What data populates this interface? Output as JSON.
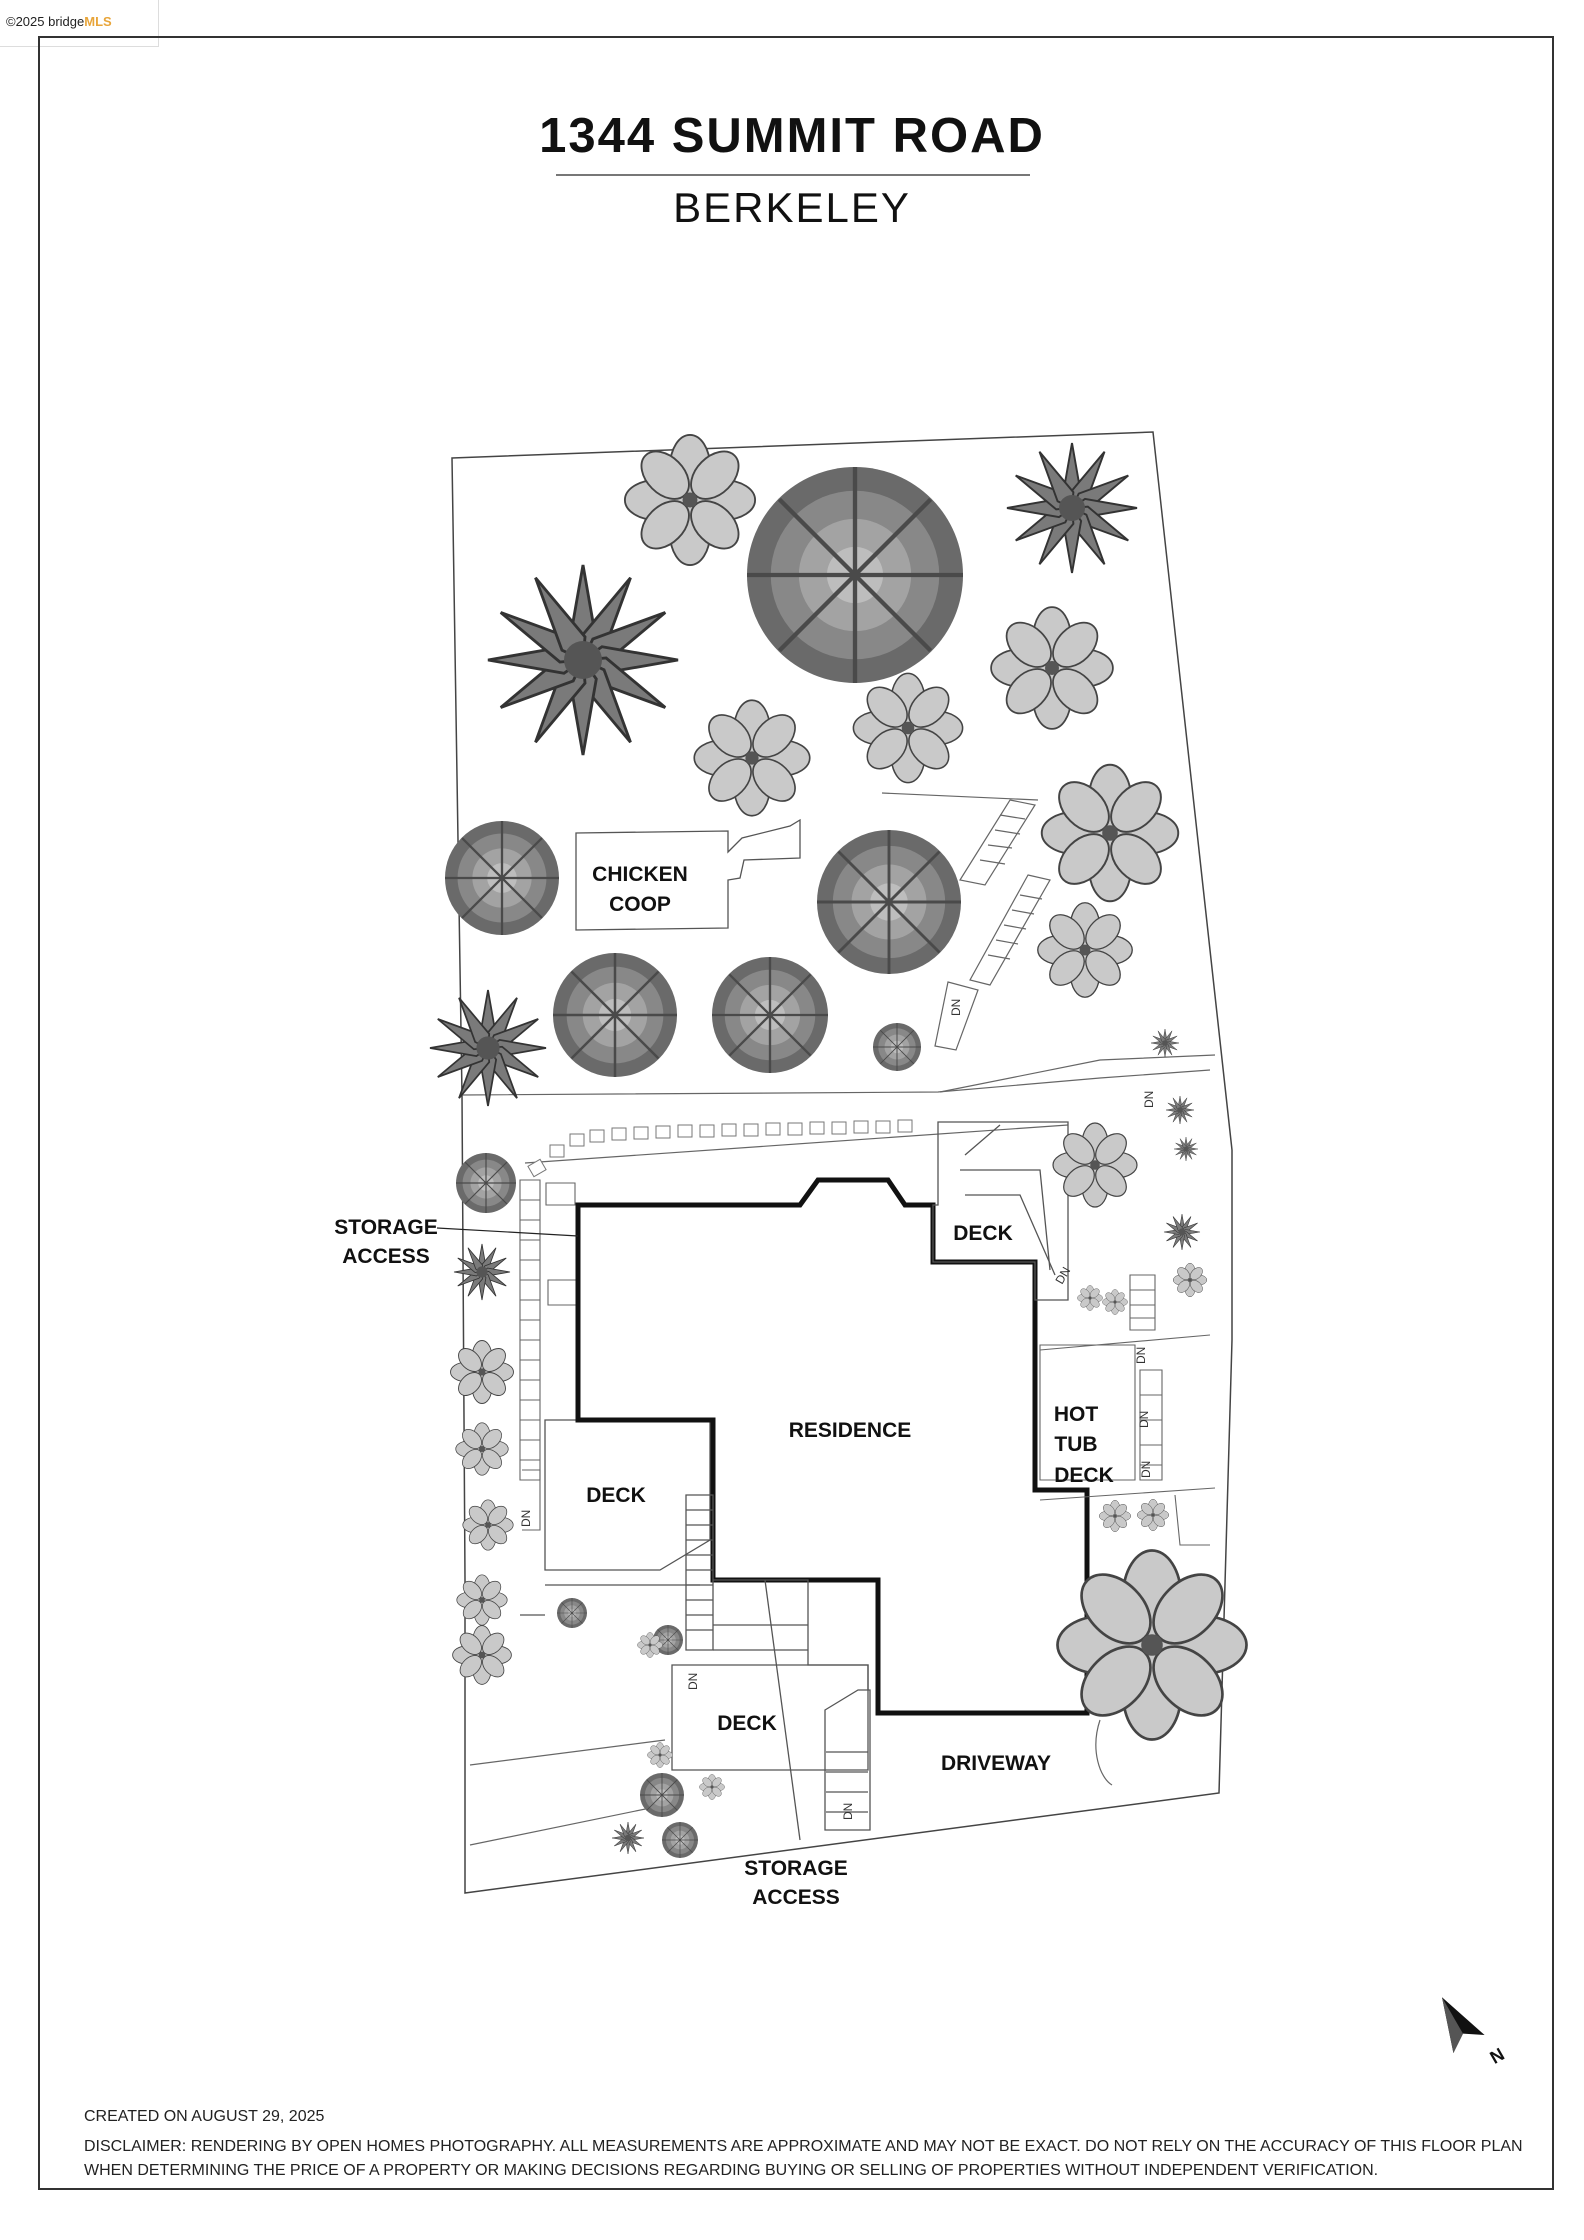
{
  "watermark": {
    "copyright": "©2025 bridge",
    "brand": "MLS"
  },
  "header": {
    "title": "1344 SUMMIT ROAD",
    "city": "BERKELEY"
  },
  "labels": {
    "chicken_coop_1": "CHICKEN",
    "chicken_coop_2": "COOP",
    "storage_access_left_1": "STORAGE",
    "storage_access_left_2": "ACCESS",
    "deck_upper_right": "DECK",
    "residence": "RESIDENCE",
    "hot_tub_1": "HOT",
    "hot_tub_2": "TUB",
    "hot_tub_deck": "DECK",
    "deck_left": "DECK",
    "deck_lower": "DECK",
    "driveway": "DRIVEWAY",
    "storage_access_bottom_1": "STORAGE",
    "storage_access_bottom_2": "ACCESS",
    "stair_down": "DN",
    "north": "N"
  },
  "footer": {
    "created": "CREATED ON AUGUST 29, 2025",
    "disclaimer_1": "DISCLAIMER: RENDERING BY OPEN HOMES PHOTOGRAPHY. ALL MEASUREMENTS ARE APPROXIMATE AND MAY NOT BE EXACT. DO NOT RELY ON THE ACCURACY OF THIS FLOOR PLAN",
    "disclaimer_2": "WHEN DETERMINING THE PRICE OF A PROPERTY OR MAKING DECISIONS REGARDING BUYING OR SELLING OF PROPERTIES WITHOUT INDEPENDENT VERIFICATION."
  },
  "colors": {
    "tree_dark": "#5a5a5a",
    "tree_mid": "#8a8a8a",
    "tree_light": "#c4c4c4",
    "outline": "#111111"
  }
}
